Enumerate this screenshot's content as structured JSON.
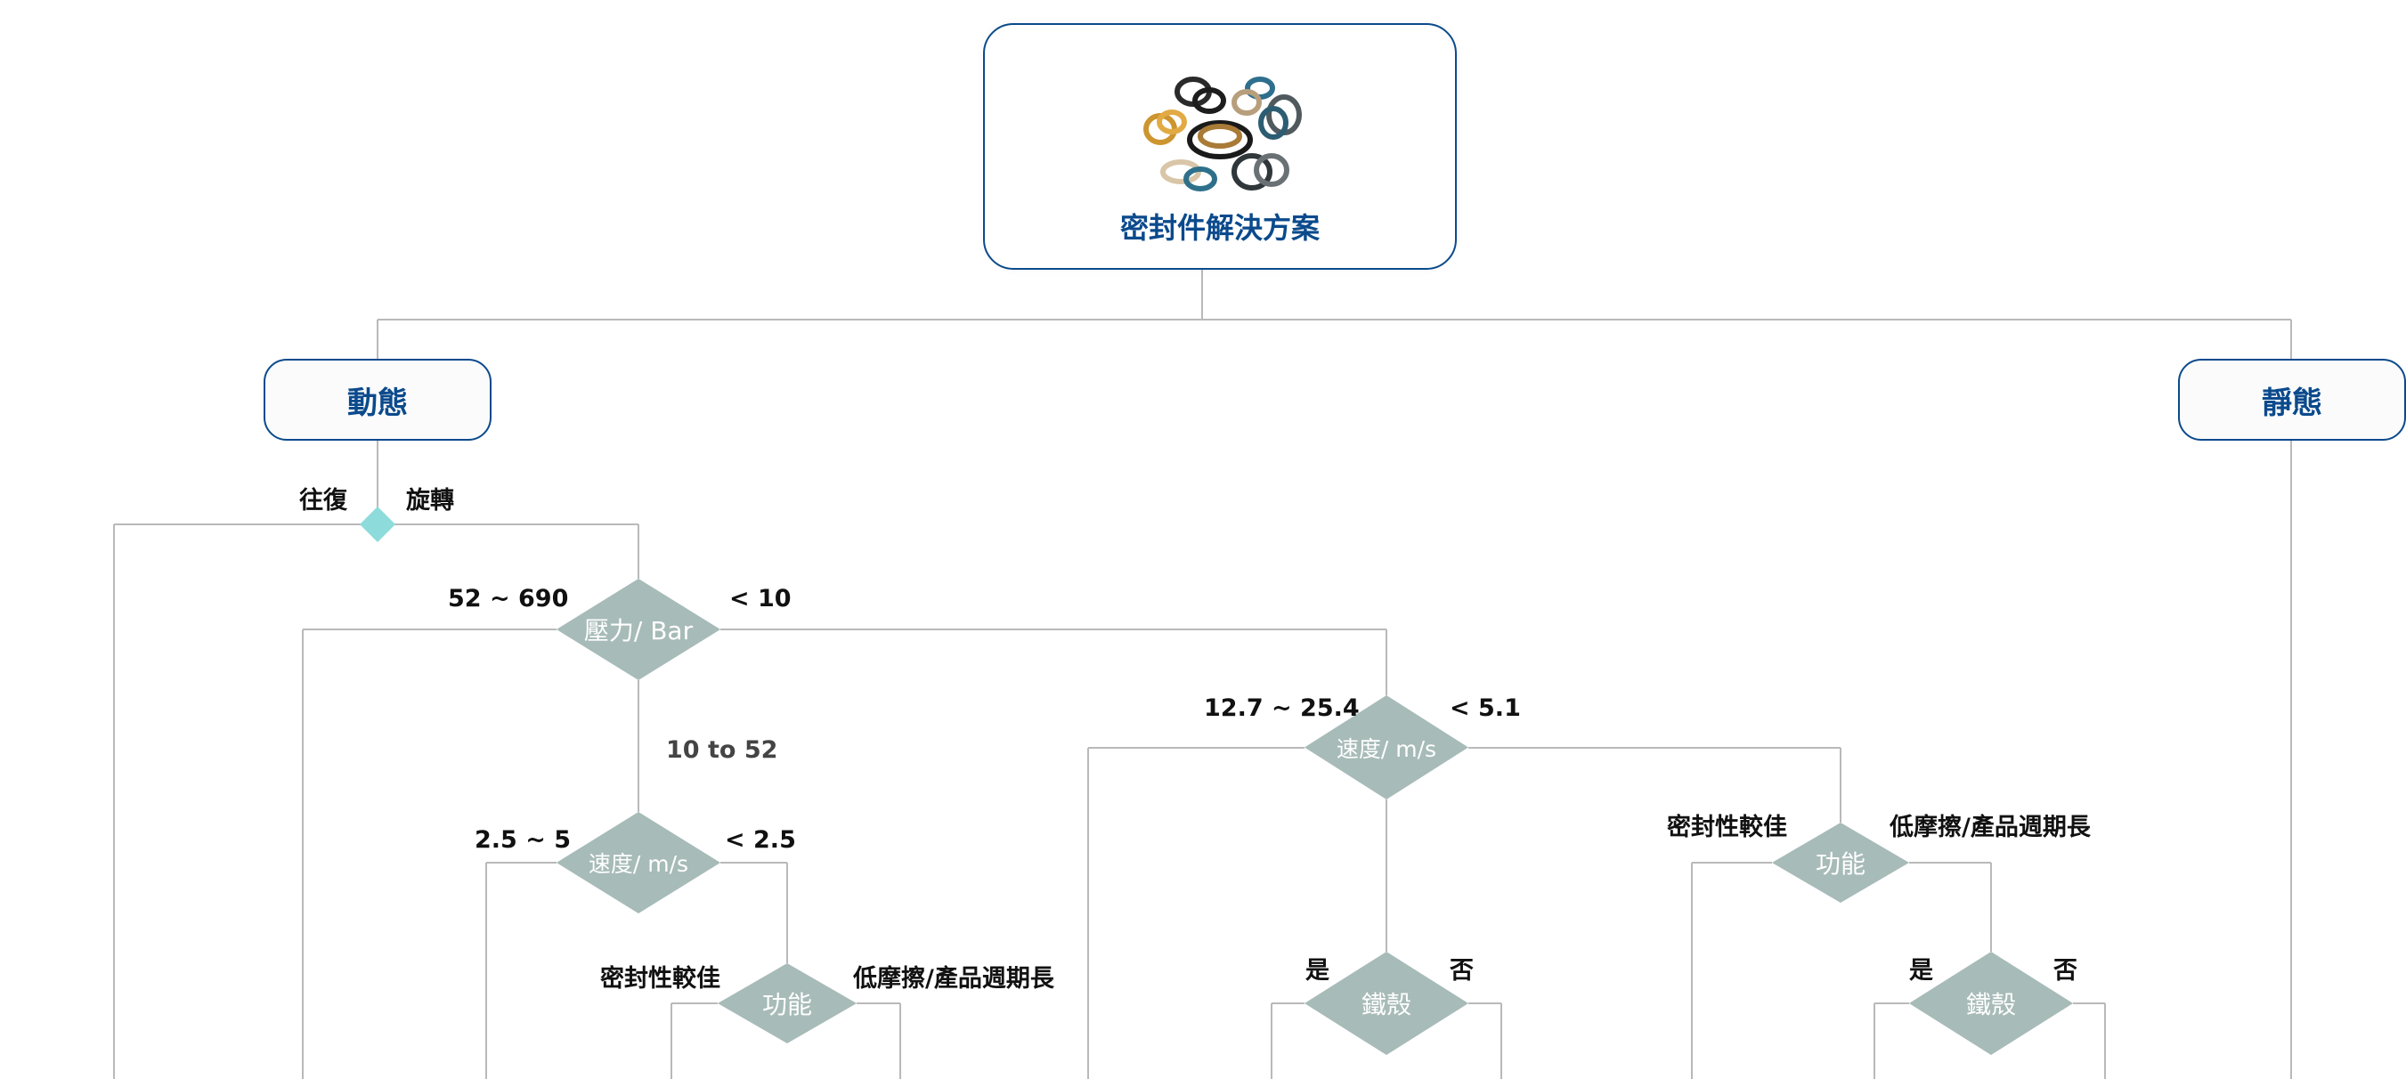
{
  "root": {
    "title": "密封件解決方案",
    "image": "seal-rings-image"
  },
  "branches": {
    "dynamic": "動態",
    "static": "靜態"
  },
  "motion_split": {
    "left_label": "往復",
    "right_label": "旋轉"
  },
  "decisions": {
    "pressure_bar": {
      "label": "壓力/ Bar",
      "left_label": "52 ~ 690",
      "right_label": "< 10",
      "down_label": "10 to 52"
    },
    "speed_reciprocating": {
      "label": "速度/ m/s",
      "left_label": "2.5 ~ 5",
      "right_label": "< 2.5"
    },
    "function_reciprocating": {
      "label": "功能",
      "left_label": "密封性較佳",
      "right_label": "低摩擦/產品週期長"
    },
    "speed_rotary": {
      "label": "速度/ m/s",
      "left_label": "12.7 ~ 25.4",
      "right_label": "< 5.1"
    },
    "metal_case_middle": {
      "label": "鐵殼",
      "left_label": "是",
      "right_label": "否"
    },
    "function_rotary": {
      "label": "功能",
      "left_label": "密封性較佳",
      "right_label": "低摩擦/產品週期長"
    },
    "metal_case_right": {
      "label": "鐵殼",
      "left_label": "是",
      "right_label": "否"
    }
  },
  "colors": {
    "box_border": "#0b4a8c",
    "title_text": "#0b4a8c",
    "connector_line": "#b9b9b9",
    "decision_fill": "#a7bbb8",
    "split_marker": "#8edbdc"
  }
}
